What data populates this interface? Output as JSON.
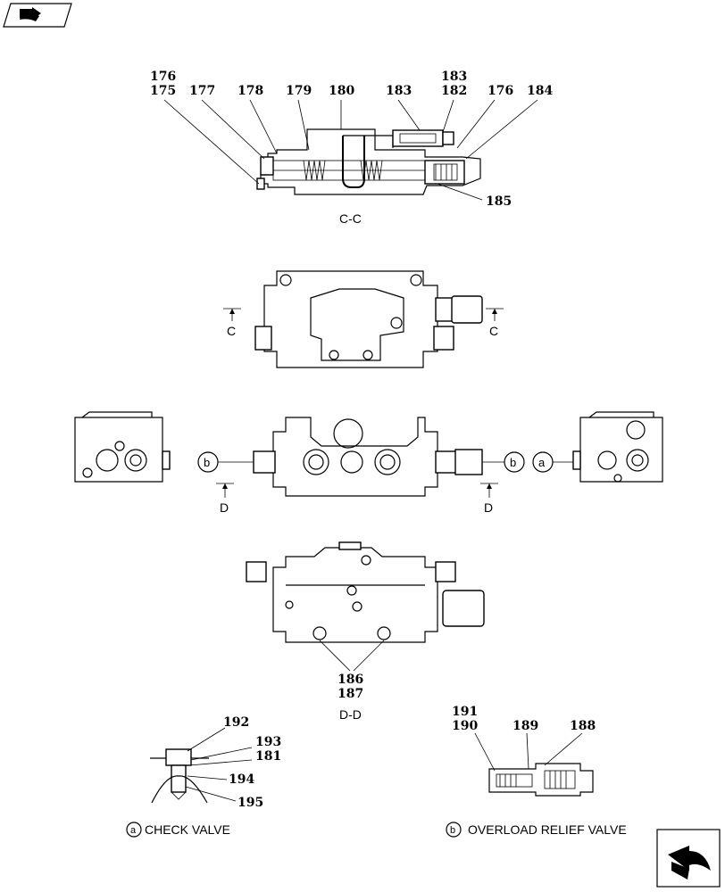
{
  "labels": {
    "p176a": "176",
    "p175": "175",
    "p177": "177",
    "p178": "178",
    "p179": "179",
    "p180": "180",
    "p183a": "183",
    "p183b": "183",
    "p182": "182",
    "p176b": "176",
    "p184": "184",
    "p185": "185",
    "p186": "186",
    "p187": "187",
    "p192": "192",
    "p193": "193",
    "p181": "181",
    "p194": "194",
    "p195": "195",
    "p191": "191",
    "p190": "190",
    "p189": "189",
    "p188": "188"
  },
  "sections": {
    "cc": "C-C",
    "dd": "D-D",
    "c": "C",
    "d": "D"
  },
  "markers": {
    "a": "a",
    "b": "b"
  },
  "captions": {
    "check_valve": "CHECK VALVE",
    "relief_valve": "OVERLOAD RELIEF VALVE"
  },
  "icons": {
    "top_left": "book-arrow-icon",
    "bottom_right": "next-page-arrow-icon"
  }
}
